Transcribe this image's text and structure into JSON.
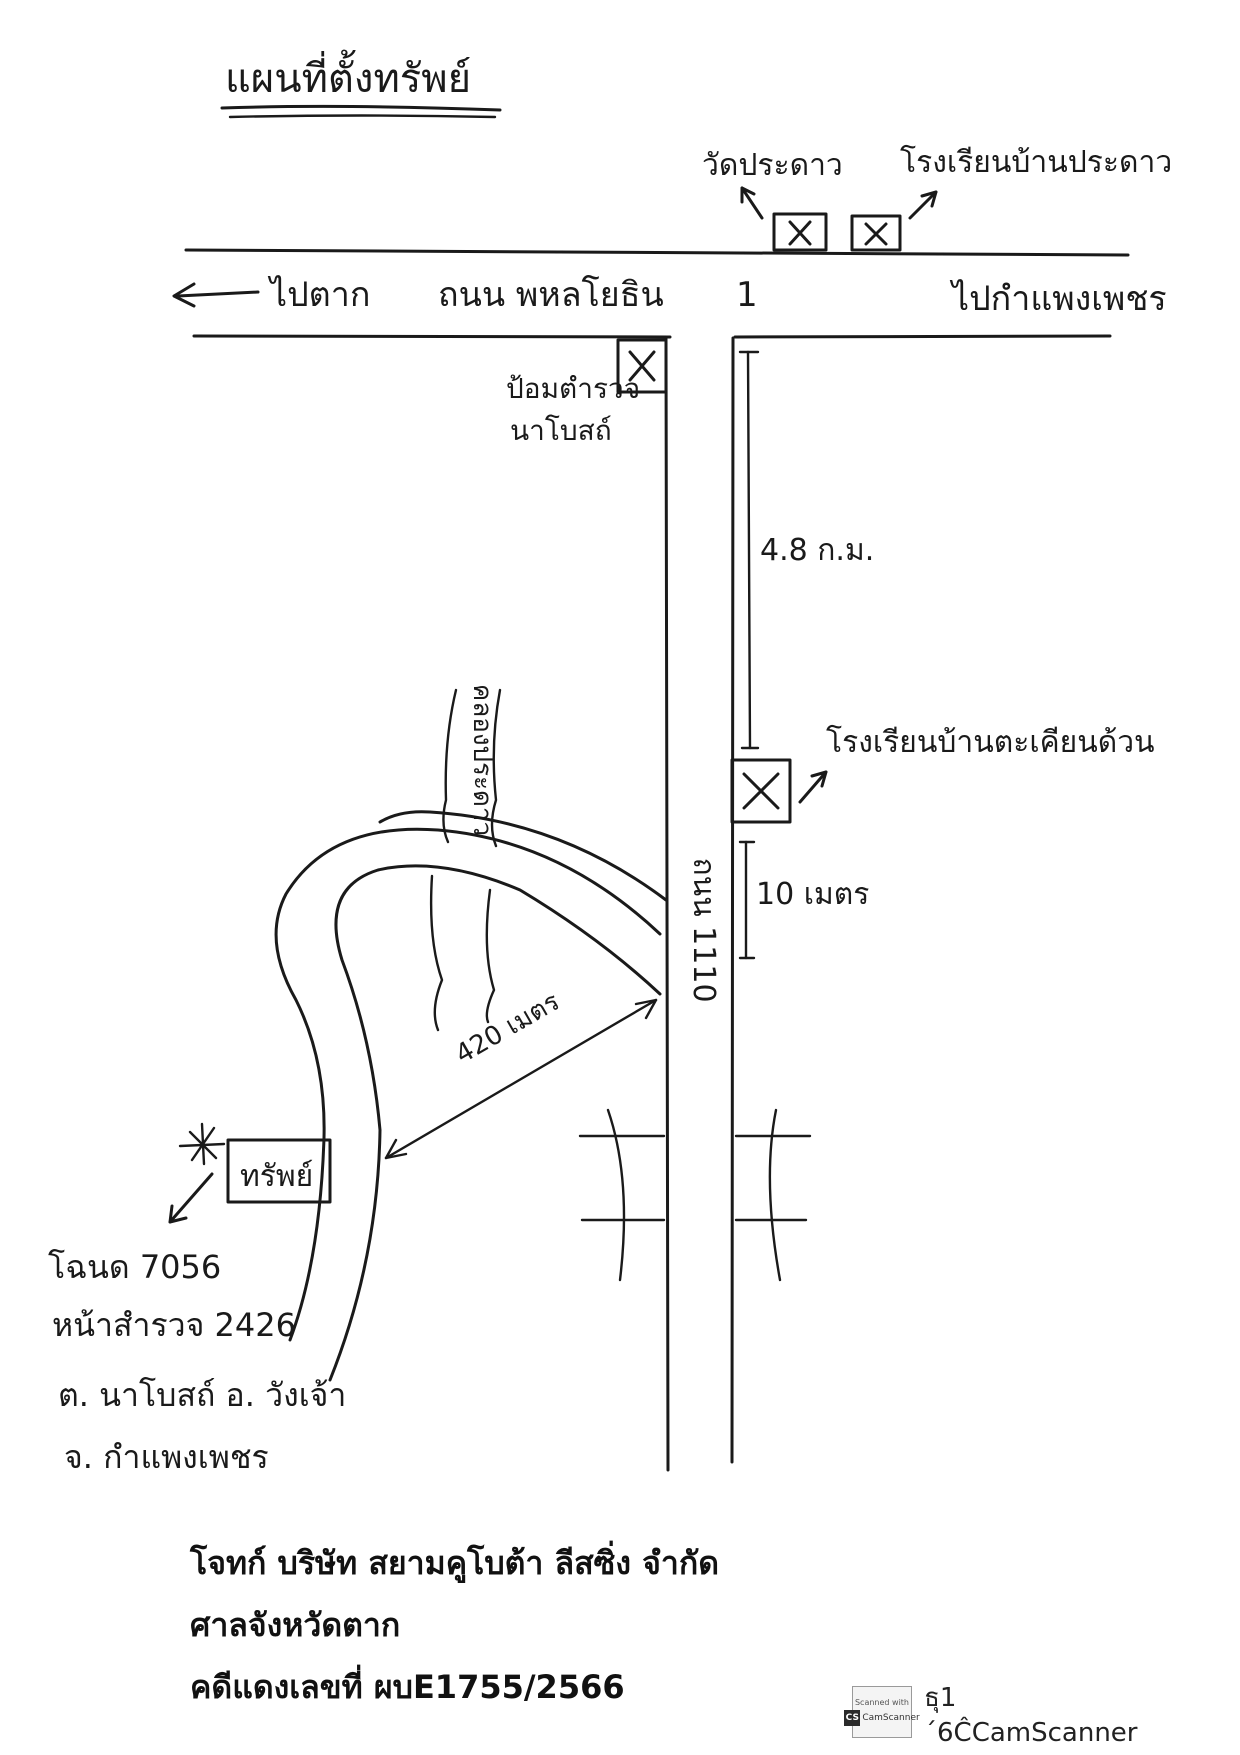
{
  "map": {
    "title": "แผนที่ตั้งทรัพย์",
    "landmarks": {
      "temple": "วัดประดาว",
      "school_north": "โรงเรียนบ้านประดาว",
      "police_box_line1": "ป้อมตำรวจ",
      "police_box_line2": "นาโบสถ์",
      "school_south": "โรงเรียนบ้านตะเคียนด้วน",
      "property": "ทรัพย์"
    },
    "roads": {
      "to_tak": "ไปตาก",
      "main_road": "ถนน พหลโยธิน",
      "main_road_number": "1",
      "to_kamphaeng_phet": "ไปกำแพงเพชร",
      "side_road": "ถนน 1110",
      "canal": "คลองประดาว"
    },
    "distances": {
      "km_distance": "4.8 ก.ม.",
      "short_distance": "10 เมตร",
      "side_distance": "420 เมตร"
    },
    "deed": {
      "line1": "โฉนด 7056",
      "line2": "หน้าสำรวจ 2426",
      "line3": "ต. นาโบสถ์ อ. วังเจ้า",
      "line4": "จ. กำแพงเพชร"
    }
  },
  "footer": {
    "plaintiff": "โจทก์ บริษัท สยามคูโบต้า ลีสซิ่ง จำกัด",
    "court": "ศาลจังหวัดตาก",
    "case_number": "คดีแดงเลขที่ ผบE1755/2566"
  },
  "scanner": {
    "badge_small": "Scanned with",
    "badge_logo": "CS",
    "badge_name": "CamScanner",
    "text": "ธุ1´6ĈCamScanner"
  }
}
